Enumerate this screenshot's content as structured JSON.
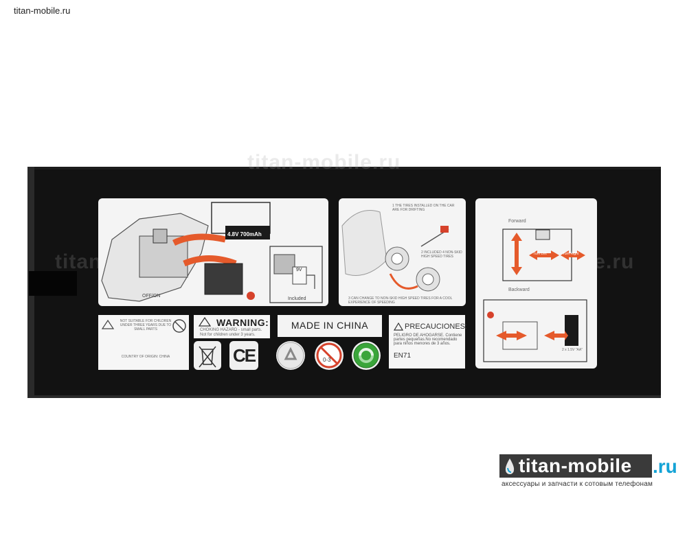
{
  "site_header": "titan-mobile.ru",
  "watermark": "titan-mobile.ru",
  "panel1": {
    "battery": "4.8V 700mAh",
    "switch": "OFF/ON",
    "charger_voltage": "9V",
    "included": "Included"
  },
  "panel2": {
    "note1": "1 THE TIRES INSTALLED ON THE CAR ARE FOR DRIFTING",
    "note2": "2 INCLUDED 4 NON-SKID HIGH SPEED TIRES",
    "note3": "3 CAN CHANGE TO NON-SKID HIGH SPEED TIRES FOR A COOL EXPERIENCE OF SPEEDING"
  },
  "panel3": {
    "forward": "Forward",
    "backward": "Backward",
    "turn_left": "Turn Left",
    "turn_right": "Turn Right",
    "battery_note": "2 x 1.5V \"AA\""
  },
  "labels": {
    "not_suitable": "NOT SUITABLE FOR CHILDREN UNDER THREE YEARS DUE TO SMALL PARTS",
    "country": "COUNTRY OF ORIGIN: CHINA",
    "warning_title": "WARNING:",
    "choking": "CHOKING HAZARD - small parts.",
    "not_for_children": "Not for children under 3 years.",
    "made_in": "MADE IN CHINA",
    "precauciones": "PRECAUCIONES:",
    "peligro": "PELIGRO DE AHOGARSE. Contiene partes pequeñas.No recomendado para niños menores de 3 años.",
    "en71": "EN71",
    "ce": "CE",
    "age": "0-3"
  },
  "brand": {
    "name": "titan-mobile",
    "tld": ".ru",
    "tagline": "аксессуары и запчасти к сотовым телефонам",
    "tld_color": "#14a3d6"
  }
}
